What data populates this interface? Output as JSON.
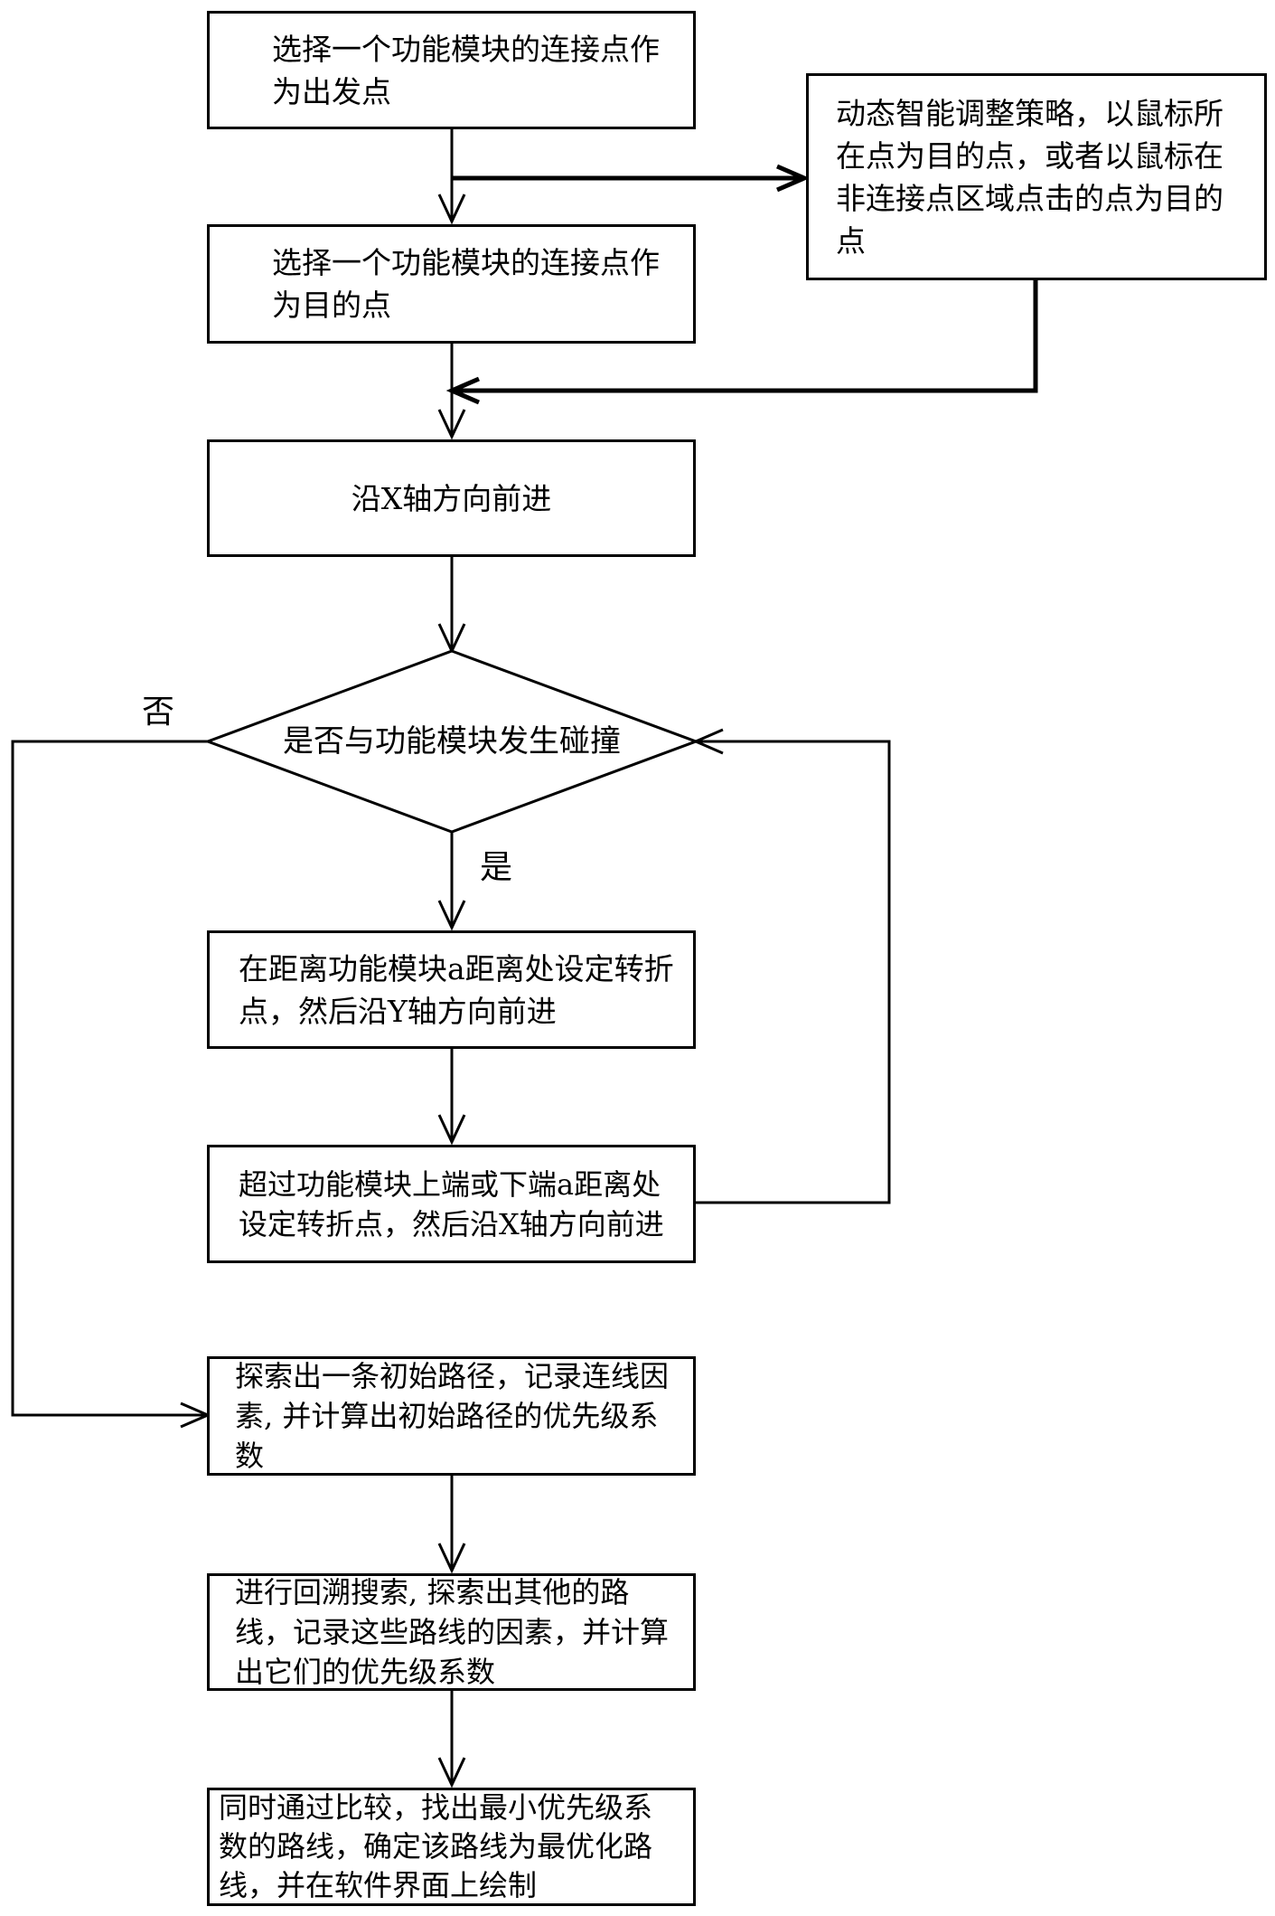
{
  "nodes": {
    "start": "选择一个功能模块的连接点作为出发点",
    "dynamic": "动态智能调整策略，以鼠标所在点为目的点，或者以鼠标在非连接点区域点击的点为目的点",
    "target": "选择一个功能模块的连接点作为目的点",
    "forward_x": "沿X轴方向前进",
    "collision": "是否与功能模块发生碰撞",
    "turn_y": "在距离功能模块a距离处设定转折点，然后沿Y轴方向前进",
    "turn_x": "超过功能模块上端或下端a距离处设定转折点，然后沿X轴方向前进",
    "initial": "探索出一条初始路径，记录连线因素, 并计算出初始路径的优先级系数",
    "backtrack": "进行回溯搜索, 探索出其他的路线，记录这些路线的因素，并计算出它们的优先级系数",
    "optimal": "同时通过比较，找出最小优先级系数的路线，确定该路线为最优化路线，并在软件界面上绘制"
  },
  "labels": {
    "no": "否",
    "yes": "是"
  }
}
